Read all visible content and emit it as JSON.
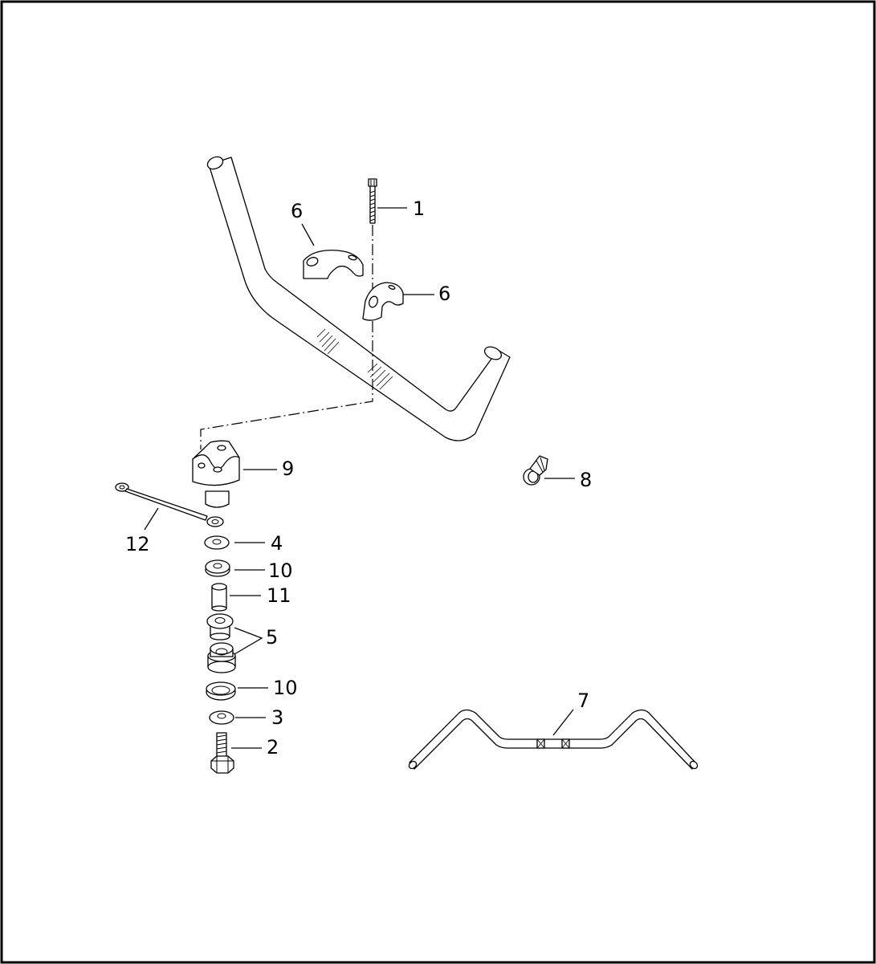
{
  "diagram": {
    "border_color": "#000000",
    "background": "#ffffff",
    "callouts": [
      {
        "id": "c1",
        "label": "1"
      },
      {
        "id": "c2",
        "label": "2"
      },
      {
        "id": "c3",
        "label": "3"
      },
      {
        "id": "c4",
        "label": "4"
      },
      {
        "id": "c5",
        "label": "5"
      },
      {
        "id": "c6a",
        "label": "6"
      },
      {
        "id": "c6b",
        "label": "6"
      },
      {
        "id": "c7",
        "label": "7"
      },
      {
        "id": "c8",
        "label": "8"
      },
      {
        "id": "c9",
        "label": "9"
      },
      {
        "id": "c10a",
        "label": "10"
      },
      {
        "id": "c10b",
        "label": "10"
      },
      {
        "id": "c11",
        "label": "11"
      },
      {
        "id": "c12",
        "label": "12"
      }
    ]
  }
}
